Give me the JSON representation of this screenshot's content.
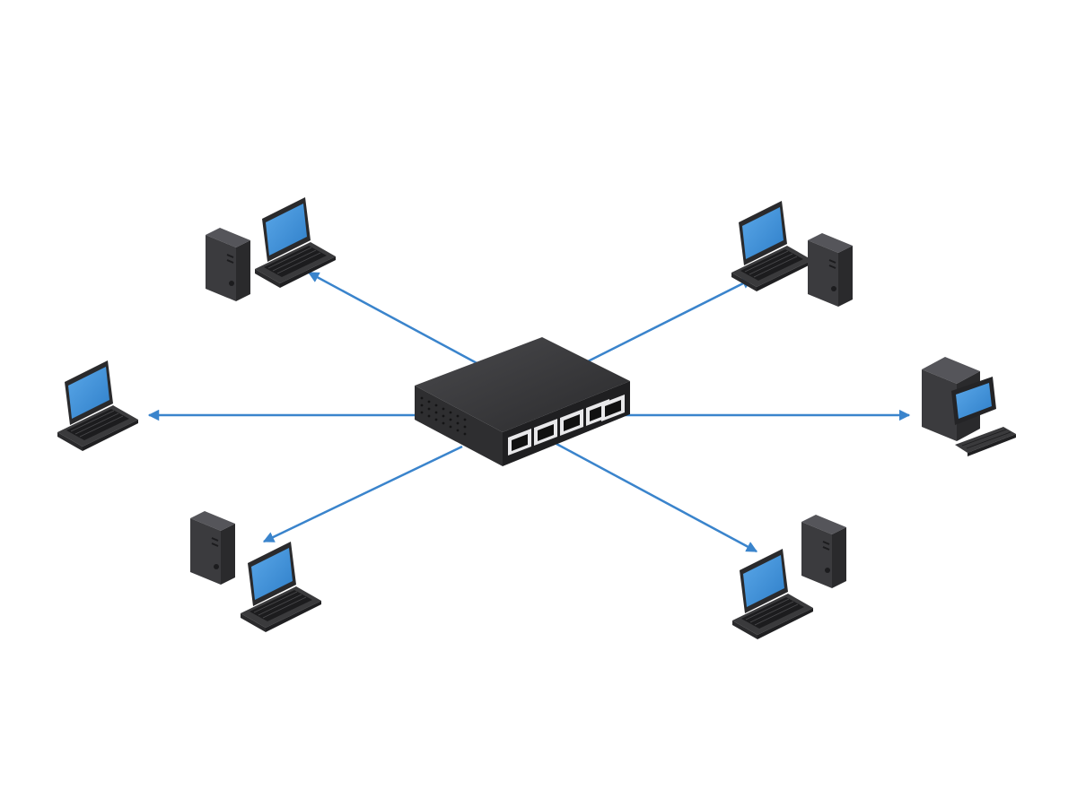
{
  "diagram": {
    "type": "star-network",
    "hub": {
      "device": "network-switch",
      "port_count": 5
    },
    "nodes": [
      {
        "id": "top-left",
        "devices": [
          "tower",
          "laptop"
        ]
      },
      {
        "id": "top-right",
        "devices": [
          "laptop",
          "tower"
        ]
      },
      {
        "id": "left",
        "devices": [
          "laptop"
        ]
      },
      {
        "id": "right",
        "devices": [
          "desktop-pc",
          "keyboard"
        ]
      },
      {
        "id": "bottom-left",
        "devices": [
          "tower",
          "laptop"
        ]
      },
      {
        "id": "bottom-right",
        "devices": [
          "laptop",
          "tower"
        ]
      }
    ],
    "connection_color": "#3a84cc",
    "screen_color": "#3d8fd8",
    "device_color": "#3b3b3d"
  }
}
